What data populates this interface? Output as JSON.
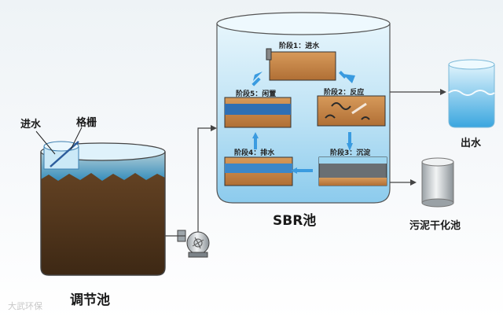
{
  "labels": {
    "inlet": "进水",
    "grille": "格栅",
    "equalization_tank": "调节池",
    "sbr_tank": "SBR池",
    "outlet": "出水",
    "sludge_drying": "污泥干化池"
  },
  "stages": [
    {
      "label": "阶段1：进水"
    },
    {
      "label": "阶段2：反应"
    },
    {
      "label": "阶段3：沉淀"
    },
    {
      "label": "阶段4：排水"
    },
    {
      "label": "阶段5：闲置"
    }
  ],
  "watermark": "大武环保",
  "colors": {
    "sludge": "#5a3b1f",
    "water": "#6fc3ea",
    "arrow": "#3a9be0",
    "line": "#444444"
  }
}
